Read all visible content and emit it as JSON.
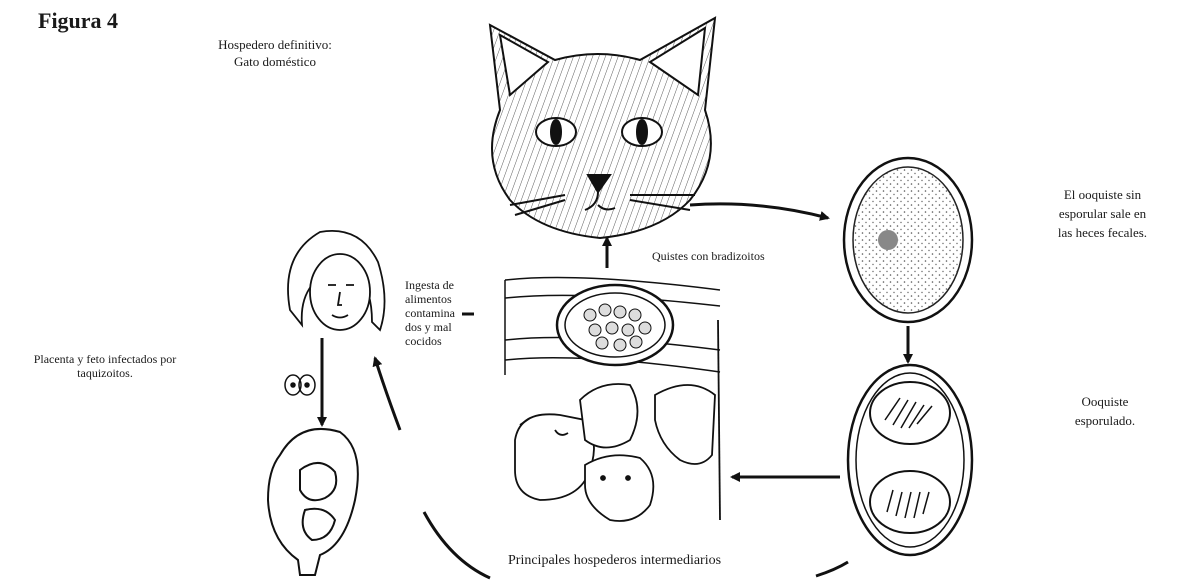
{
  "figure": {
    "title": "Figura 4"
  },
  "labels": {
    "definitive_host_line1": "Hospedero definitivo:",
    "definitive_host_line2": "Gato doméstico",
    "oocyst_unsporulated_line1": "El ooquiste sin",
    "oocyst_unsporulated_line2": "esporular sale en",
    "oocyst_unsporulated_line3": "las heces fecales.",
    "oocyst_sporulated_line1": "Ooquiste",
    "oocyst_sporulated_line2": "esporulado.",
    "cysts_bradyzoites": "Quistes con bradizoitos",
    "ingestion_line1": "Ingesta de",
    "ingestion_line2": "alimentos",
    "ingestion_line3": "contamina",
    "ingestion_line4": "dos y mal",
    "ingestion_line5": "cocidos",
    "placenta_line1": "Placenta y feto infectados por",
    "placenta_line2": "taquizoitos.",
    "intermediate_hosts": "Principales hospederos intermediarios"
  },
  "colors": {
    "ink": "#111111",
    "oocyst_fill": "#f3f3f3",
    "oocyst_stipple": "#555555"
  },
  "icons": [
    "cat-head-icon",
    "oocyst-unsporulated-icon",
    "oocyst-sporulated-icon",
    "muscle-tissue-cyst-icon",
    "farm-animals-icon",
    "woman-head-icon",
    "fetus-in-uterus-icon",
    "placenta-icon"
  ]
}
